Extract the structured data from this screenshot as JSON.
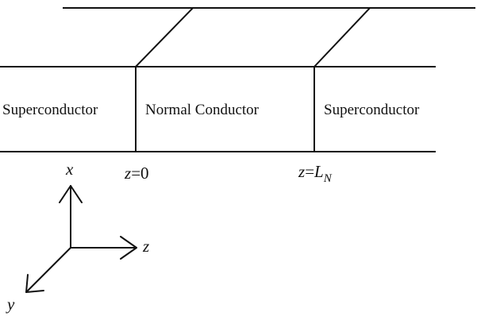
{
  "regions": {
    "left": "Superconductor",
    "middle": "Normal Conductor",
    "right": "Superconductor"
  },
  "positions": {
    "z0_var": "z",
    "z0_eq": "=0",
    "zl_var": "z",
    "zl_eq": "=",
    "zl_sym": "L",
    "zl_sub": "N"
  },
  "axes": {
    "x": "x",
    "y": "y",
    "z": "z"
  }
}
